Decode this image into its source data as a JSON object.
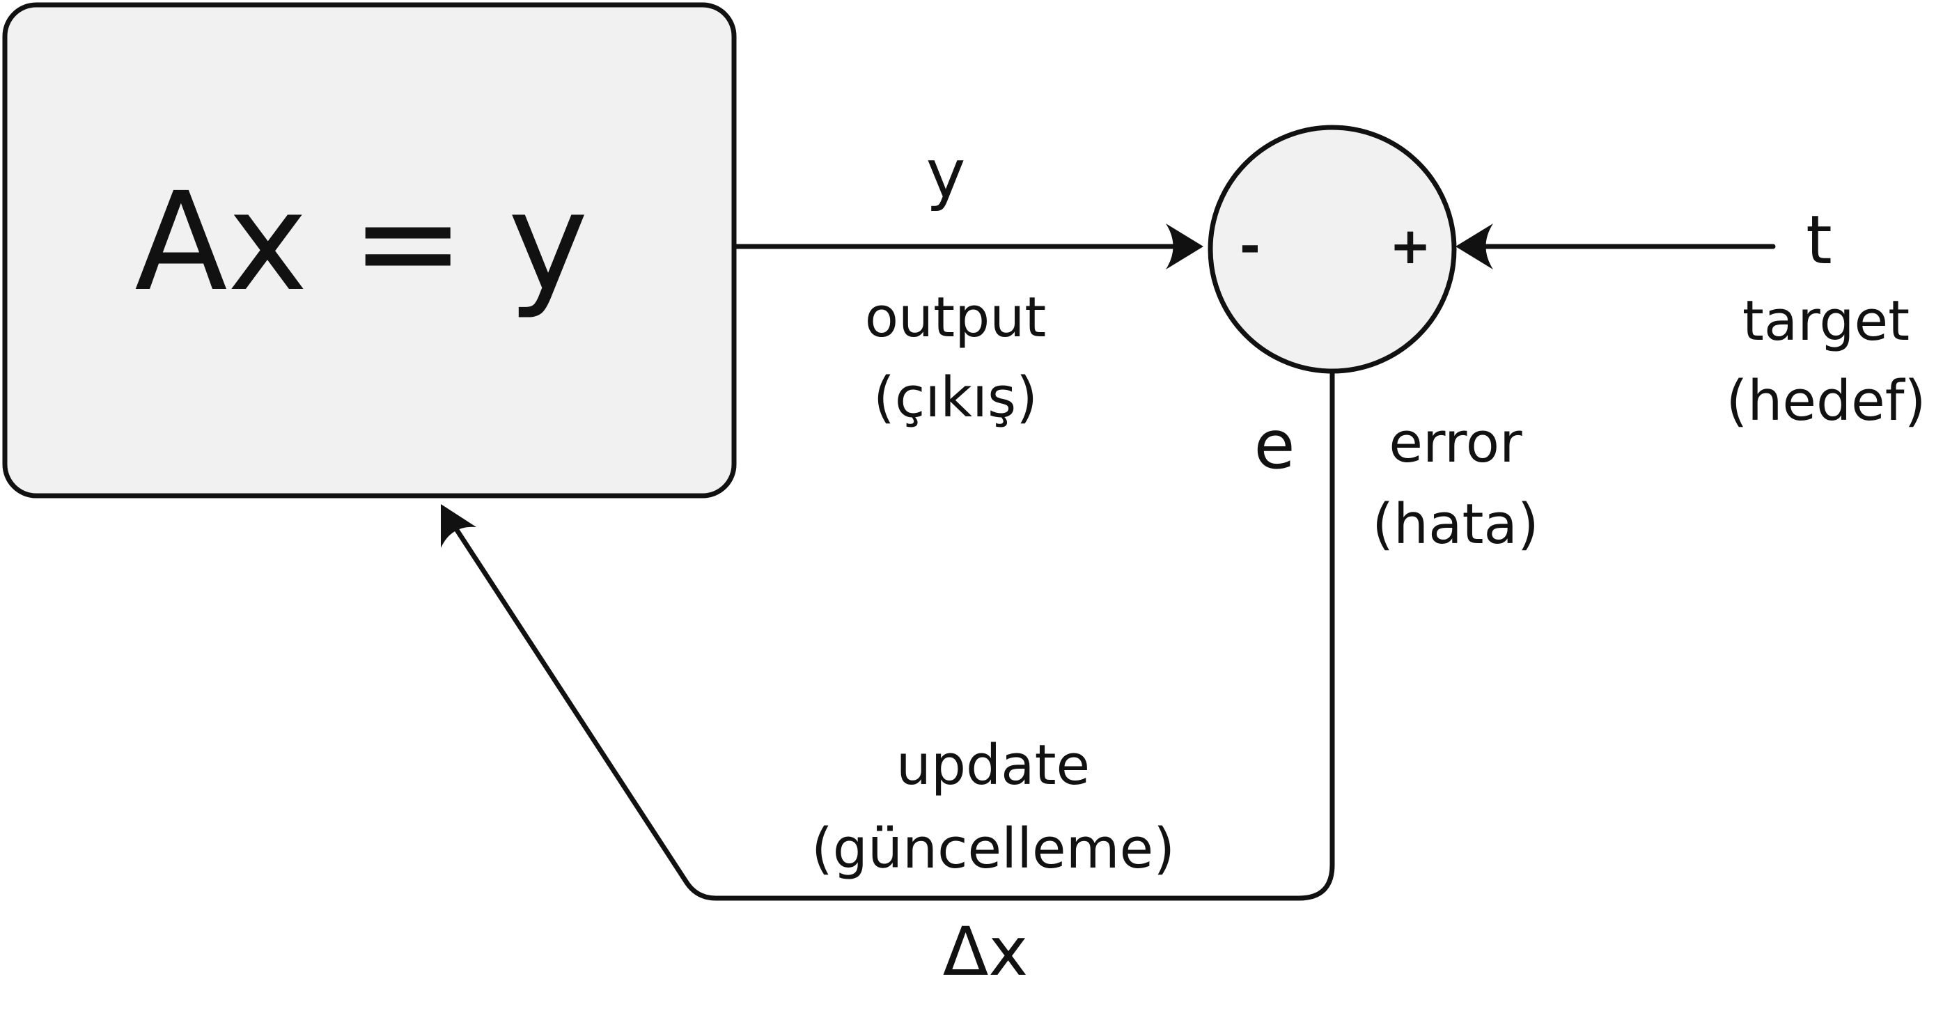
{
  "system_box": {
    "equation": "Ax = y"
  },
  "output_edge": {
    "symbol": "y",
    "label": "output",
    "label_tr": "(çıkış)"
  },
  "summing_junction": {
    "minus_sign": "-",
    "plus_sign": "+"
  },
  "target_edge": {
    "symbol": "t",
    "label": "target",
    "label_tr": "(hedef)"
  },
  "error_edge": {
    "symbol": "e",
    "label": "error",
    "label_tr": "(hata)"
  },
  "update_edge": {
    "label": "update",
    "label_tr": "(güncelleme)",
    "symbol": "Δx"
  },
  "colors": {
    "stroke": "#111111",
    "fill": "#f1f1f1",
    "background": "#ffffff"
  }
}
